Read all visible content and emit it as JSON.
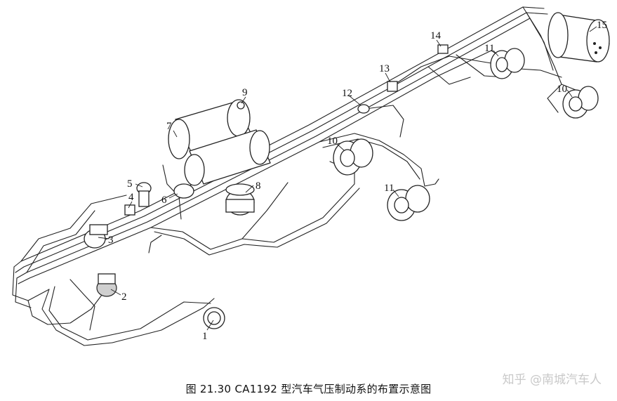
{
  "caption": "图 21.30    CA1192 型汽车气压制动系的布置示意图",
  "watermark": "知乎 @南城汽车人",
  "callouts": [
    {
      "id": "c1",
      "label": "1"
    },
    {
      "id": "c2",
      "label": "2"
    },
    {
      "id": "c3",
      "label": "3"
    },
    {
      "id": "c4",
      "label": "4"
    },
    {
      "id": "c5",
      "label": "5"
    },
    {
      "id": "c6",
      "label": "6"
    },
    {
      "id": "c7",
      "label": "7"
    },
    {
      "id": "c8",
      "label": "8"
    },
    {
      "id": "c9",
      "label": "9"
    },
    {
      "id": "c10a",
      "label": "10"
    },
    {
      "id": "c10b",
      "label": "10"
    },
    {
      "id": "c11a",
      "label": "11"
    },
    {
      "id": "c11b",
      "label": "11"
    },
    {
      "id": "c12",
      "label": "12"
    },
    {
      "id": "c13",
      "label": "13"
    },
    {
      "id": "c14",
      "label": "14"
    },
    {
      "id": "c15",
      "label": "15"
    }
  ]
}
